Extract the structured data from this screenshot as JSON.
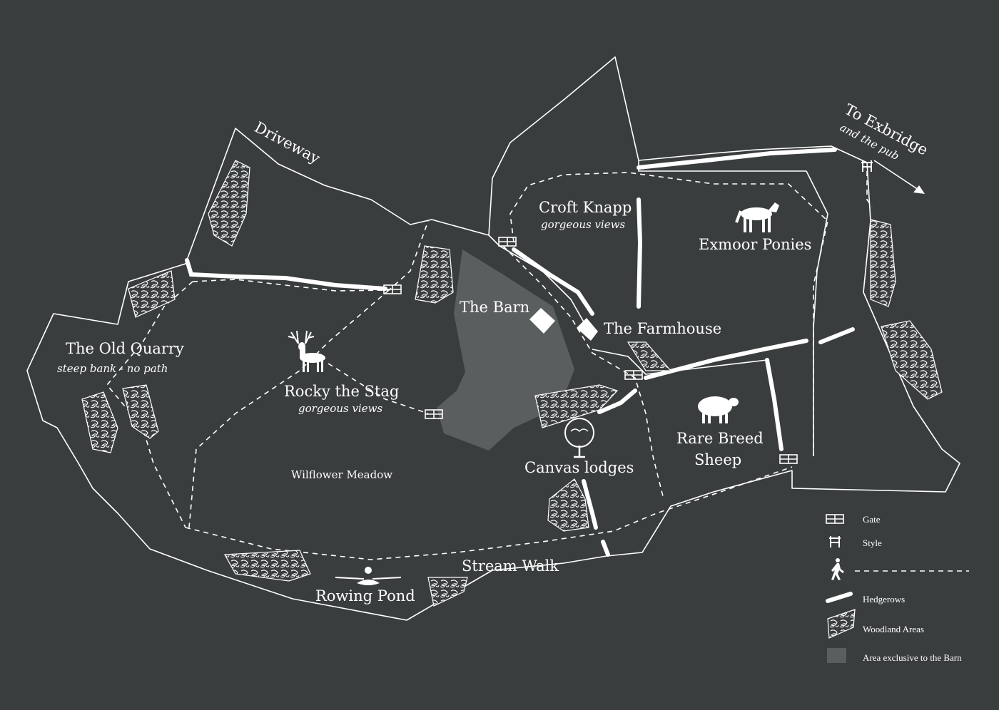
{
  "colors": {
    "background": "#3a3d3e",
    "line": "#ffffff",
    "barn_area": "#5b5e5f"
  },
  "labels": {
    "driveway": "Driveway",
    "old_quarry": "The Old Quarry",
    "old_quarry_note": "steep bank - no path",
    "rocky_stag": "Rocky the Stag",
    "rocky_stag_note": "gorgeous views",
    "wildflower_meadow": "Wilflower Meadow",
    "the_barn": "The Barn",
    "croft_knapp": "Croft Knapp",
    "croft_knapp_note": "gorgeous views",
    "the_farmhouse": "The Farmhouse",
    "exmoor_ponies": "Exmoor Ponies",
    "rare_breed_sheep_1": "Rare Breed",
    "rare_breed_sheep_2": "Sheep",
    "canvas_lodges": "Canvas lodges",
    "stream_walk": "Stream Walk",
    "rowing_pond": "Rowing Pond",
    "to_exbridge": "To Exbridge",
    "to_exbridge_note": "and the pub"
  },
  "legend": {
    "gate": "Gate",
    "style": "Style",
    "hedgerows": "Hedgerows",
    "woodland": "Woodland Areas",
    "barn_area": "Area exclusive to the Barn"
  },
  "icons": [
    "stag-icon",
    "pony-icon",
    "sheep-icon",
    "tree-icon",
    "rowing-boat-icon",
    "walker-icon",
    "gate-icon",
    "stile-icon",
    "building-icon"
  ]
}
